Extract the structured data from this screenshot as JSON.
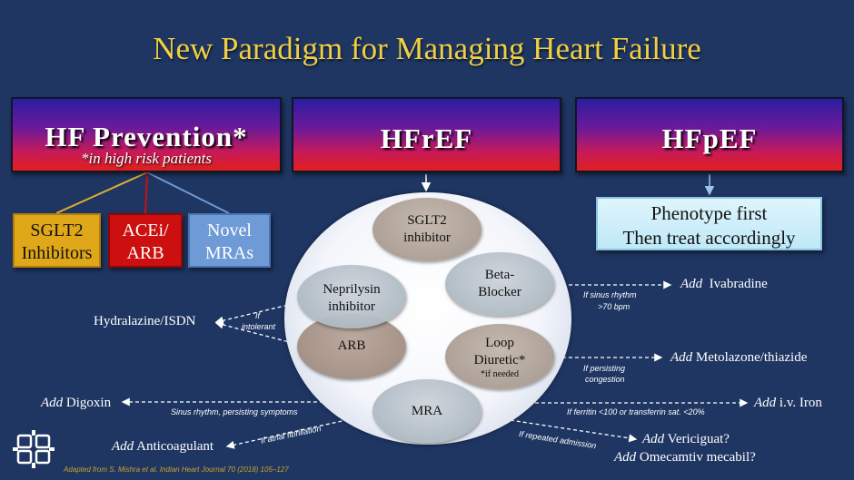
{
  "title": "New Paradigm for Managing Heart Failure",
  "headers": {
    "prevention": {
      "title": "HF Prevention*",
      "subtitle": "*in high risk patients"
    },
    "hfref": {
      "title": "HFrEF"
    },
    "hfpef": {
      "title": "HFpEF"
    }
  },
  "prevention_boxes": {
    "sglt2": {
      "line1": "SGLT2",
      "line2": "Inhibitors"
    },
    "acei": {
      "line1": "ACEi/",
      "line2": "ARB"
    },
    "mra": {
      "line1": "Novel",
      "line2": "MRAs"
    }
  },
  "hfpef_box": {
    "line1": "Phenotype first",
    "line2": "Then treat accordingly"
  },
  "ovals": {
    "sglt2": {
      "line1": "SGLT2",
      "line2": "inhibitor"
    },
    "beta": {
      "line1": "Beta-",
      "line2": "Blocker"
    },
    "neprilysin": {
      "line1": "Neprilysin",
      "line2": "inhibitor"
    },
    "arb": {
      "label": "ARB"
    },
    "loop": {
      "line1": "Loop",
      "line2": "Diuretic*",
      "note": "*if needed"
    },
    "mra": {
      "label": "MRA"
    }
  },
  "outcomes": {
    "ivabradine": {
      "prefix": "Add",
      "text": "Ivabradine",
      "cond1": "If sinus rhythm",
      "cond2": ">70 bpm"
    },
    "hydralazine": {
      "text": "Hydralazine/ISDN",
      "cond1": "If",
      "cond2": "intolerant"
    },
    "metolazone": {
      "prefix": "Add",
      "text": "Metolazone/thiazide",
      "cond1": "If persisting",
      "cond2": "congestion"
    },
    "digoxin": {
      "prefix": "Add",
      "text": "Digoxin",
      "cond": "Sinus rhythm, persisting symptoms"
    },
    "iron": {
      "prefix": "Add",
      "text": "i.v. Iron",
      "cond": "If ferritin <100 or transferrin sat. <20%"
    },
    "anticoagulant": {
      "prefix": "Add",
      "text": "Anticoagulant",
      "cond": "If atrial fibrillation"
    },
    "vericiguat": {
      "prefix": "Add",
      "text": "Vericiguat?",
      "cond": "If repeated admission"
    },
    "omecamtiv": {
      "prefix": "Add",
      "text": "Omecamtiv mecabil?"
    }
  },
  "credit": "Adapted from S. Mishra et al. Indian Heart Journal 70 (2018) 105–127",
  "colors": {
    "title": "#f0d040",
    "background": "#1f3663",
    "sglt2_box": "#e0a818",
    "acei_box": "#cc1010",
    "mra_box": "#6e9ad6"
  },
  "icons": {
    "logo": "grid-logo-icon"
  }
}
